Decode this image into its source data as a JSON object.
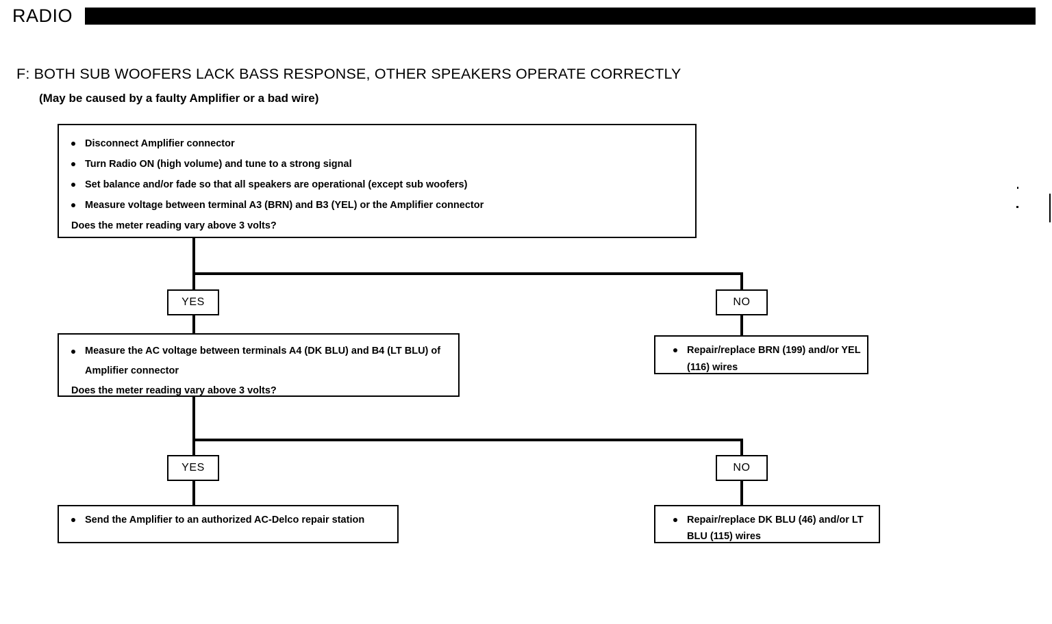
{
  "header": {
    "section_label": "RADIO",
    "bar_color": "#000000"
  },
  "title": "F: BOTH SUB WOOFERS LACK BASS RESPONSE, OTHER SPEAKERS OPERATE CORRECTLY",
  "subtitle": "(May be caused by a faulty Amplifier or a bad wire)",
  "flowchart": {
    "step1": {
      "bullets": [
        "Disconnect Amplifier connector",
        "Turn Radio ON (high volume) and tune to a strong signal",
        "Set balance and/or fade so that all speakers are operational (except sub woofers)",
        "Measure voltage between terminal  A3   (BRN) and  B3    (YEL) or the Amplifier connector"
      ],
      "question": "Does the meter reading vary above 3 volts?"
    },
    "branch1": {
      "yes_label": "YES",
      "no_label": "NO"
    },
    "step2": {
      "bullets": [
        "Measure the AC voltage between terminals  A4   (DK BLU) and  B4    (LT BLU) of Amplifier connector"
      ],
      "question": "Does the meter reading vary above 3 volts?"
    },
    "action_no1": {
      "bullets": [
        "Repair/replace BRN (199) and/or YEL (116) wires"
      ]
    },
    "branch2": {
      "yes_label": "YES",
      "no_label": "NO"
    },
    "action_yes2": {
      "bullets": [
        "Send the Amplifier to an authorized AC-Delco repair station"
      ]
    },
    "action_no2": {
      "bullets": [
        "Repair/replace DK BLU (46) and/or LT BLU (115) wires"
      ]
    }
  }
}
